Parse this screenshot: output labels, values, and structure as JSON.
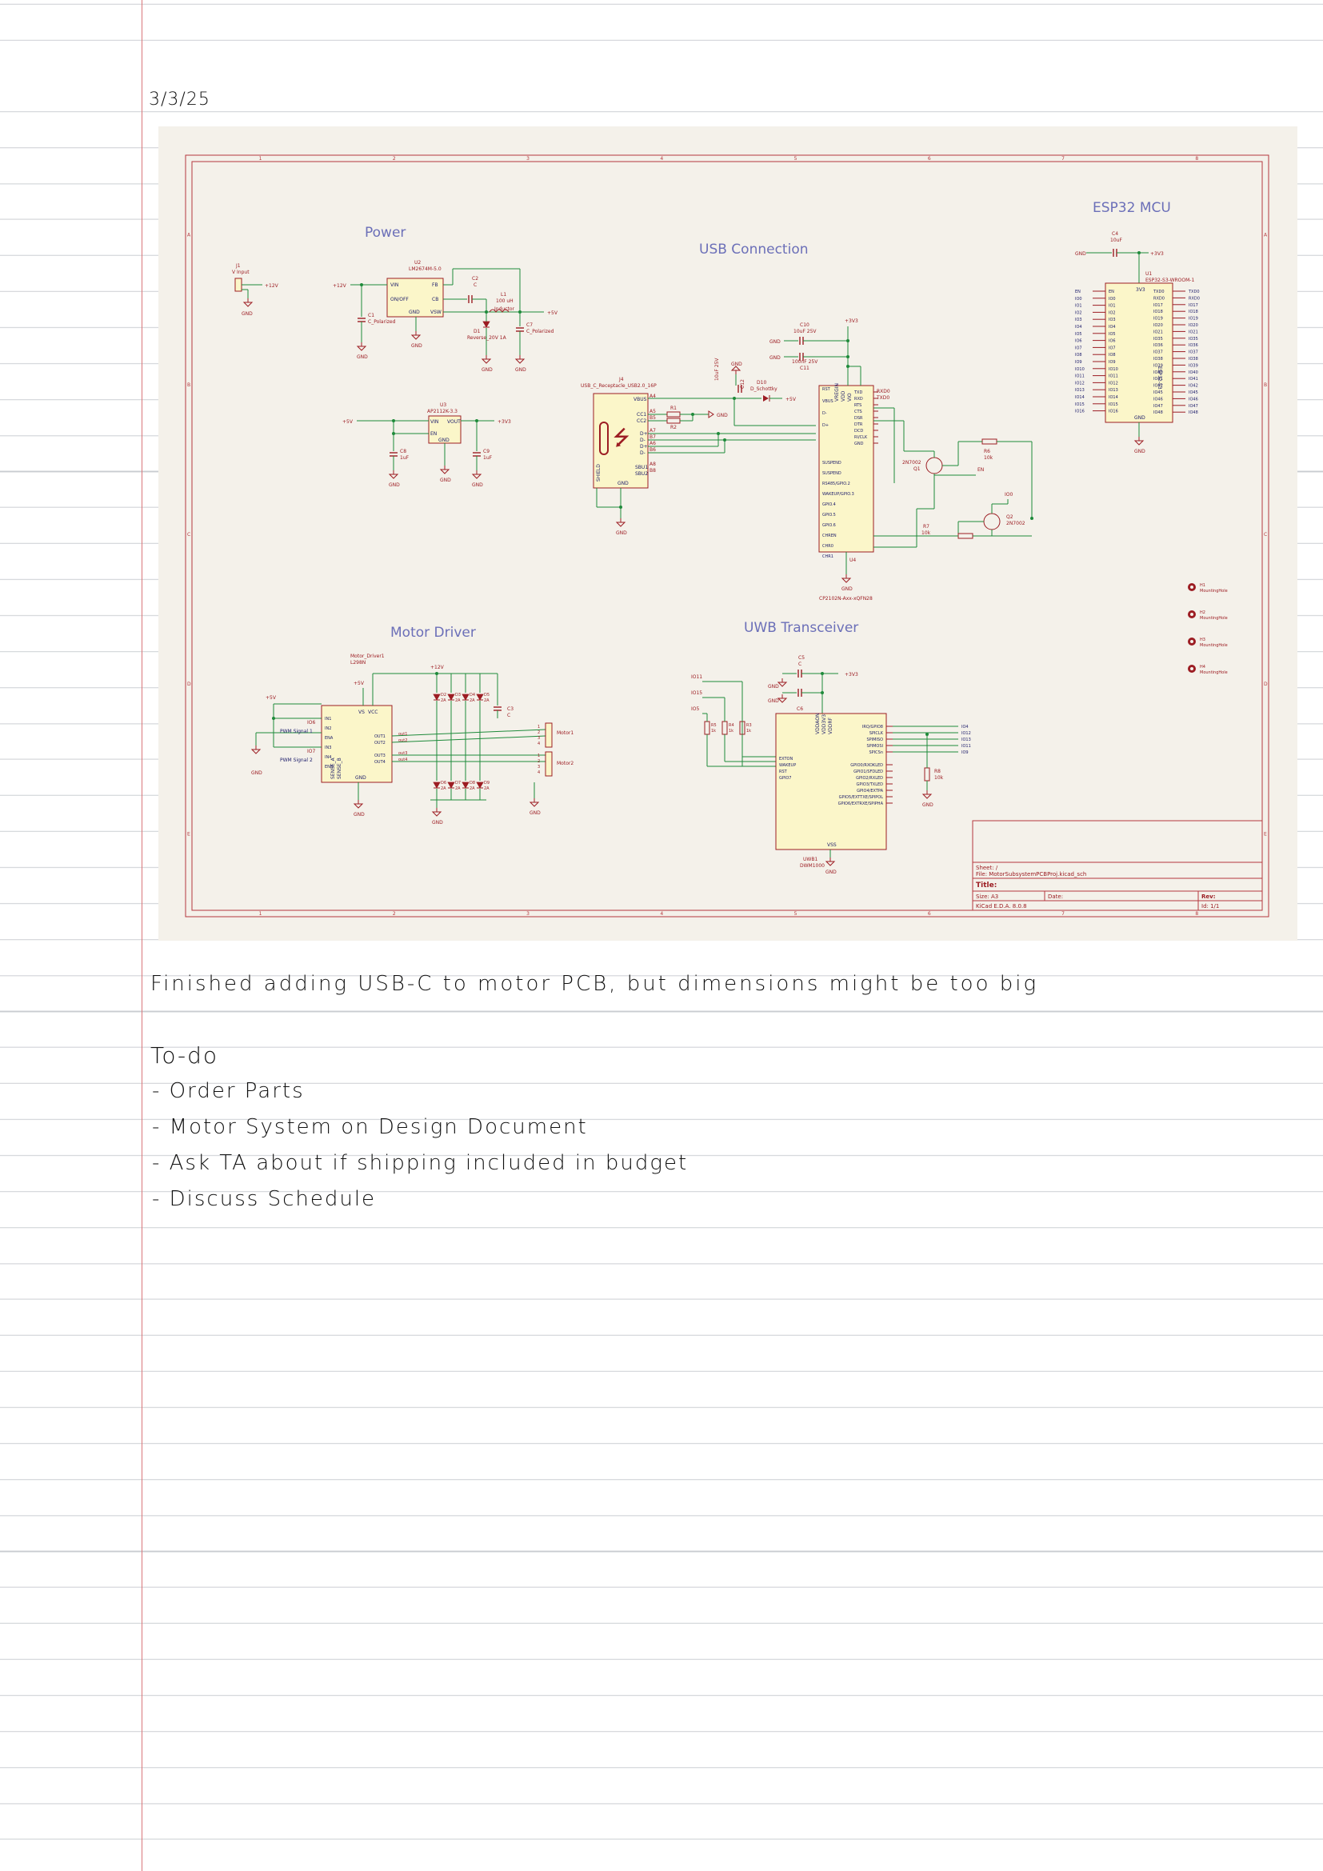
{
  "page": {
    "date": "3/3/25",
    "note": "Finished adding USB-C to motor PCB, but dimensions might be too big",
    "todo": {
      "title": "To-do",
      "items": [
        "- Order Parts",
        "- Motor System on Design Document",
        "- Ask TA about if shipping included in budget",
        "- Discuss Schedule"
      ]
    }
  },
  "schematic": {
    "sections": {
      "power": "Power",
      "usb": "USB Connection",
      "esp": "ESP32 MCU",
      "motor": "Motor Driver",
      "uwb": "UWB Transceiver"
    },
    "power": {
      "j1_ref": "J1",
      "j1_val": "V Input",
      "j1_net": "+12V",
      "u2_ref": "U2",
      "u2_val": "LM2674M-5.0",
      "u2_pins": [
        "VIN",
        "ON/OFF",
        "GND",
        "FB",
        "CB",
        "VSW"
      ],
      "c1_ref": "C1",
      "c1_val": "C_Polarized",
      "c2_ref": "C2",
      "c2_val": "C",
      "l1_ref": "L1",
      "l1_val": "100 uH",
      "d1_ref": "D1",
      "d1_val": "Reverse_20V 1A",
      "c7_ref": "C7",
      "c7_val": "C_Polarized",
      "vin_net": "+12V",
      "vout_net": "+5V",
      "inductor_net": "Inductor",
      "u3_ref": "U3",
      "u3_val": "AP2112K-3.3",
      "u3_pins": [
        "VIN",
        "VOUT",
        "EN",
        "GND"
      ],
      "c8_ref": "C8",
      "c8_val": "1uF",
      "c9_ref": "C9",
      "c9_val": "1uF",
      "ldo_in": "+5V",
      "ldo_out": "+3V3",
      "gnd": "GND"
    },
    "usb": {
      "j4_ref": "J4",
      "j4_val": "USB_C_Receptacle_USB2.0_16P",
      "j4_pins": [
        "VBUS",
        "CC1",
        "CC2",
        "D+",
        "D-",
        "D+",
        "D-",
        "SBU1",
        "SBU2",
        "GND",
        "SHIELD"
      ],
      "j4_pin_nums": [
        "A4",
        "A5",
        "B5",
        "A7",
        "B7",
        "A6",
        "B6",
        "A8",
        "B8"
      ],
      "r1": "R1",
      "r2": "R2",
      "c12": "C12",
      "c12_val": "10uF 25V",
      "d10_ref": "D10",
      "d10_val": "D_Schottky",
      "c10_ref": "C10",
      "c10_val": "10uF 25V",
      "c11_ref": "C11",
      "c11_val": "100nF 25V",
      "u4_ref": "U4",
      "u4_val": "CP2102N-Axx-xQFN28",
      "u4_left": [
        "RST",
        "VBUS",
        "D-",
        "D+",
        "SUSPEND",
        "SUSPEND",
        "RS485/GPIO.2",
        "WAKEUP/GPIO.3",
        "GPIO.4",
        "GPIO.5",
        "GPIO.6",
        "CHREN",
        "CHR0",
        "CHR1"
      ],
      "u4_right": [
        "TXD",
        "RXD",
        "RTS",
        "CTS",
        "DSR",
        "DTR",
        "DCD",
        "RI/CLK",
        "GND"
      ],
      "u4_top": [
        "VREGIN",
        "VDD",
        "VIO"
      ],
      "q1_ref": "Q1",
      "q1_val": "2N7002",
      "q2_ref": "Q2",
      "q2_val": "2N7002",
      "r6_ref": "R6",
      "r6_val": "10k",
      "r7_ref": "R7",
      "r7_val": "10k",
      "en_net": "EN",
      "io0_net": "IO0",
      "rxd0": "RXD0",
      "txd0": "TXD0",
      "v33": "+3V3",
      "v5": "+5V",
      "gnd": "GND"
    },
    "esp": {
      "c4_ref": "C4",
      "c4_val": "10uF",
      "gnd": "GND",
      "v33": "+3V3",
      "u1_ref": "U1",
      "u1_val": "ESP32-S3-WROOM-1",
      "left_pins": [
        "EN",
        "IO0",
        "IO1",
        "IO2",
        "IO3",
        "IO4",
        "IO5",
        "IO6",
        "IO7",
        "IO8",
        "IO9",
        "IO10",
        "IO11",
        "IO12",
        "IO13",
        "IO14",
        "IO15",
        "IO16"
      ],
      "left_nets": [
        "EN",
        "IO0",
        "IO1",
        "IO2",
        "IO3",
        "IO4",
        "IO5",
        "IO6",
        "IO7",
        "IO8",
        "IO9",
        "IO10",
        "IO11",
        "IO12",
        "IO13",
        "IO14",
        "IO15",
        "IO16"
      ],
      "right_pins": [
        "TXD0",
        "RXD0",
        "IO17",
        "IO18",
        "IO19",
        "IO20",
        "IO21",
        "IO35",
        "IO36",
        "IO37",
        "IO38",
        "IO39",
        "IO40",
        "IO41",
        "IO42",
        "IO45",
        "IO46",
        "IO47",
        "IO48"
      ],
      "right_nets": [
        "TXD0",
        "RXD0",
        "IO17",
        "IO18",
        "IO19",
        "IO20",
        "IO21",
        "IO35",
        "IO36",
        "IO37",
        "IO38",
        "IO39",
        "IO40",
        "IO41",
        "IO42",
        "IO45",
        "IO46",
        "IO47",
        "IO48"
      ],
      "power_label": "3V3",
      "gnd_label": "GND",
      "side_label": "ESP32-S3",
      "holes": [
        {
          "ref": "H1",
          "val": "MountingHole"
        },
        {
          "ref": "H2",
          "val": "MountingHole"
        },
        {
          "ref": "H3",
          "val": "MountingHole"
        },
        {
          "ref": "H4",
          "val": "MountingHole"
        }
      ]
    },
    "motor": {
      "driver_ref": "Motor_Driver1",
      "driver_val": "L298N",
      "left_pins": [
        "IN1",
        "IN2",
        "ENA",
        "IN3",
        "IN4",
        "ENB"
      ],
      "right_pins": [
        "OUT1",
        "OUT2",
        "OUT3",
        "OUT4"
      ],
      "top_pins": [
        "VS",
        "VCC"
      ],
      "bottom_pins": [
        "SENSE_A",
        "SENSE_B",
        "GND"
      ],
      "nets_in": [
        "IO6",
        "IO7"
      ],
      "pwm1": "PWM Signal 1",
      "pwm2": "PWM Signal 2",
      "v5": "+5V",
      "v12": "+12V",
      "gnd": "GND",
      "out_nets": [
        "out1",
        "out2",
        "out3",
        "out4"
      ],
      "diodes_top": [
        {
          "ref": "D2",
          "val": "2A"
        },
        {
          "ref": "D3",
          "val": "2A"
        },
        {
          "ref": "D4",
          "val": "2A"
        },
        {
          "ref": "D5",
          "val": "2A"
        }
      ],
      "diodes_bot": [
        {
          "ref": "D6",
          "val": "2A"
        },
        {
          "ref": "D7",
          "val": "2A"
        },
        {
          "ref": "D8",
          "val": "2A"
        },
        {
          "ref": "D9",
          "val": "2A"
        }
      ],
      "c3_ref": "C3",
      "c3_val": "C",
      "motor1": "Motor1",
      "motor2": "Motor2",
      "conn_pins": [
        "1",
        "2",
        "3",
        "4"
      ]
    },
    "uwb": {
      "c5_ref": "C5",
      "c5_val": "C",
      "c6_ref": "C6",
      "c6_val": "C",
      "v33": "+3V3",
      "gnd": "GND",
      "r_labels": [
        {
          "ref": "R5",
          "val": "1k"
        },
        {
          "ref": "R4",
          "val": "1k"
        },
        {
          "ref": "R3",
          "val": "1k"
        }
      ],
      "left_nets": [
        "IO11",
        "IO15",
        "IO5"
      ],
      "u_ref": "UWB1",
      "u_val": "DWM1000",
      "left_pins": [
        "EXTON",
        "WAKEUP",
        "RST",
        "GPIO7"
      ],
      "top_pins": [
        "VDDAON",
        "VDD3V3",
        "VDDRF"
      ],
      "right_pins": [
        "IRQ/GPIO8",
        "SPICLK",
        "SPIMISO",
        "SPIMOSI",
        "SPICSn",
        "GPIO0/RXOKLED",
        "GPIO1/SFDLED",
        "GPIO2/RXLED",
        "GPIO3/TXLED",
        "GPIO4/EXTPA",
        "GPIO5/EXTTXE/SPIPOL",
        "GPIO6/EXTRXE/SPIPHA"
      ],
      "right_nets": [
        "IO4",
        "IO12",
        "IO13",
        "IO11",
        "IO9"
      ],
      "r8_ref": "R8",
      "r8_val": "10k",
      "vss": "VSS"
    },
    "title_block": {
      "sheet": "Sheet: /",
      "file": "File: MotorSubsystemPCBProj.kicad_sch",
      "title": "Title:",
      "size": "Size: A3",
      "date": "Date:",
      "rev": "Rev:",
      "kicad": "KiCad E.D.A. 8.0.8",
      "id": "Id: 1/1"
    },
    "border": {
      "cols": [
        "1",
        "2",
        "3",
        "4",
        "5",
        "6",
        "7",
        "8"
      ],
      "rows": [
        "A",
        "B",
        "C",
        "D",
        "E"
      ]
    }
  },
  "colors": {
    "section_title": "#6b6fb8",
    "component": "#9c1d23",
    "wire": "#1e8a3a",
    "body_fill": "#fbf6c9",
    "frame": "#b5373d",
    "text": "#1d1d6b"
  }
}
